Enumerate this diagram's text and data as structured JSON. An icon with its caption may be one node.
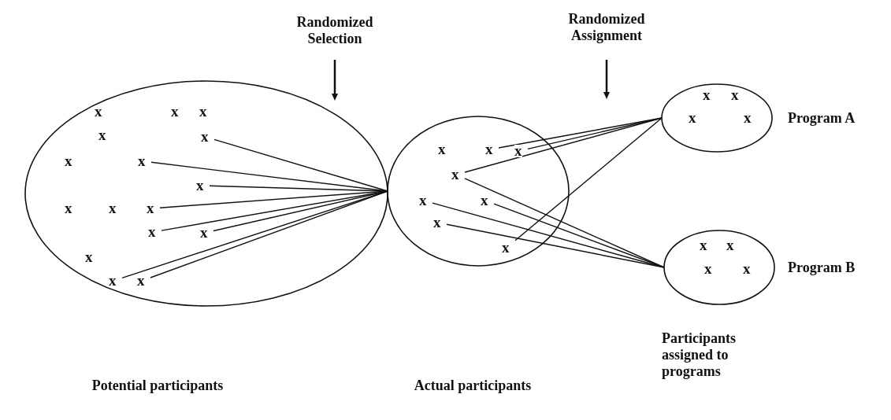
{
  "diagram": {
    "nodes": [
      {
        "text": [],
        "shape": "circle"
      },
      {
        "text": [
          "x"
        ],
        "in": 0
      },
      {
        "text": [
          "x"
        ],
        "in": 0
      },
      {
        "text": [
          "x"
        ],
        "in": 0
      },
      {
        "text": [
          "x"
        ],
        "in": 0
      },
      {
        "text": [
          "x"
        ],
        "in": 0
      },
      {
        "text": [
          "x"
        ],
        "in": 0
      },
      {
        "text": [
          "x"
        ],
        "in": 0
      },
      {
        "text": [
          "x"
        ],
        "in": 0
      },
      {
        "text": [
          "x"
        ],
        "in": 0
      },
      {
        "text": [
          "x"
        ],
        "in": 0
      },
      {
        "text": [
          "x"
        ],
        "in": 0
      },
      {
        "text": [
          "x"
        ],
        "in": 0
      },
      {
        "text": [
          "x"
        ],
        "in": 0
      },
      {
        "text": [
          "x"
        ],
        "in": 0
      },
      {
        "text": [
          "x"
        ],
        "in": 0
      },
      {
        "text": [
          "x"
        ],
        "in": 0
      },
      {
        "text": [],
        "shape": "circle"
      },
      {
        "text": [
          "x"
        ],
        "in": 17
      },
      {
        "text": [
          "x"
        ],
        "in": 17
      },
      {
        "text": [
          "x"
        ],
        "in": 17
      },
      {
        "text": [
          "x"
        ],
        "in": 17
      },
      {
        "text": [
          "x"
        ],
        "in": 17
      },
      {
        "text": [
          "x"
        ],
        "in": 17
      },
      {
        "text": [
          "x"
        ],
        "in": 17
      },
      {
        "text": [
          "x"
        ],
        "in": 17
      },
      {
        "text": [],
        "shape": "circle",
        "beside": [
          "Program A"
        ]
      },
      {
        "text": [
          "x"
        ],
        "in": 26
      },
      {
        "text": [
          "x"
        ],
        "in": 26
      },
      {
        "text": [
          "x"
        ],
        "in": 26
      },
      {
        "text": [
          "x"
        ],
        "in": 26
      },
      {
        "text": [],
        "shape": "circle",
        "beside": [
          "Program B"
        ]
      },
      {
        "text": [
          "x"
        ],
        "in": 31
      },
      {
        "text": [
          "x"
        ],
        "in": 31
      },
      {
        "text": [
          "x"
        ],
        "in": 31
      },
      {
        "text": [
          "x"
        ],
        "in": 31
      }
    ],
    "edges": [
      {
        "from": 5,
        "to": 17,
        "arrow": "none"
      },
      {
        "from": 7,
        "to": 17,
        "arrow": "none"
      },
      {
        "from": 8,
        "to": 17,
        "arrow": "none"
      },
      {
        "from": 11,
        "to": 17,
        "arrow": "none"
      },
      {
        "from": 12,
        "to": 17,
        "arrow": "none"
      },
      {
        "from": 13,
        "to": 17,
        "arrow": "none"
      },
      {
        "from": 15,
        "to": 17,
        "arrow": "none"
      },
      {
        "from": 16,
        "to": 17,
        "arrow": "none"
      },
      {
        "from": 19,
        "to": 26,
        "arrow": "none"
      },
      {
        "from": 20,
        "to": 26,
        "arrow": "none"
      },
      {
        "from": 21,
        "to": 26,
        "arrow": "none"
      },
      {
        "from": 25,
        "to": 26,
        "arrow": "none"
      },
      {
        "from": 21,
        "to": 31,
        "arrow": "none"
      },
      {
        "from": 22,
        "to": 31,
        "arrow": "none"
      },
      {
        "from": 23,
        "to": 31,
        "arrow": "none"
      },
      {
        "from": 24,
        "to": 31,
        "arrow": "none"
      }
    ],
    "labels": [
      "Randomized Selection",
      "Randomized Assignment",
      "Potential participants",
      "Actual participants",
      "Participants assigned to programs"
    ]
  }
}
